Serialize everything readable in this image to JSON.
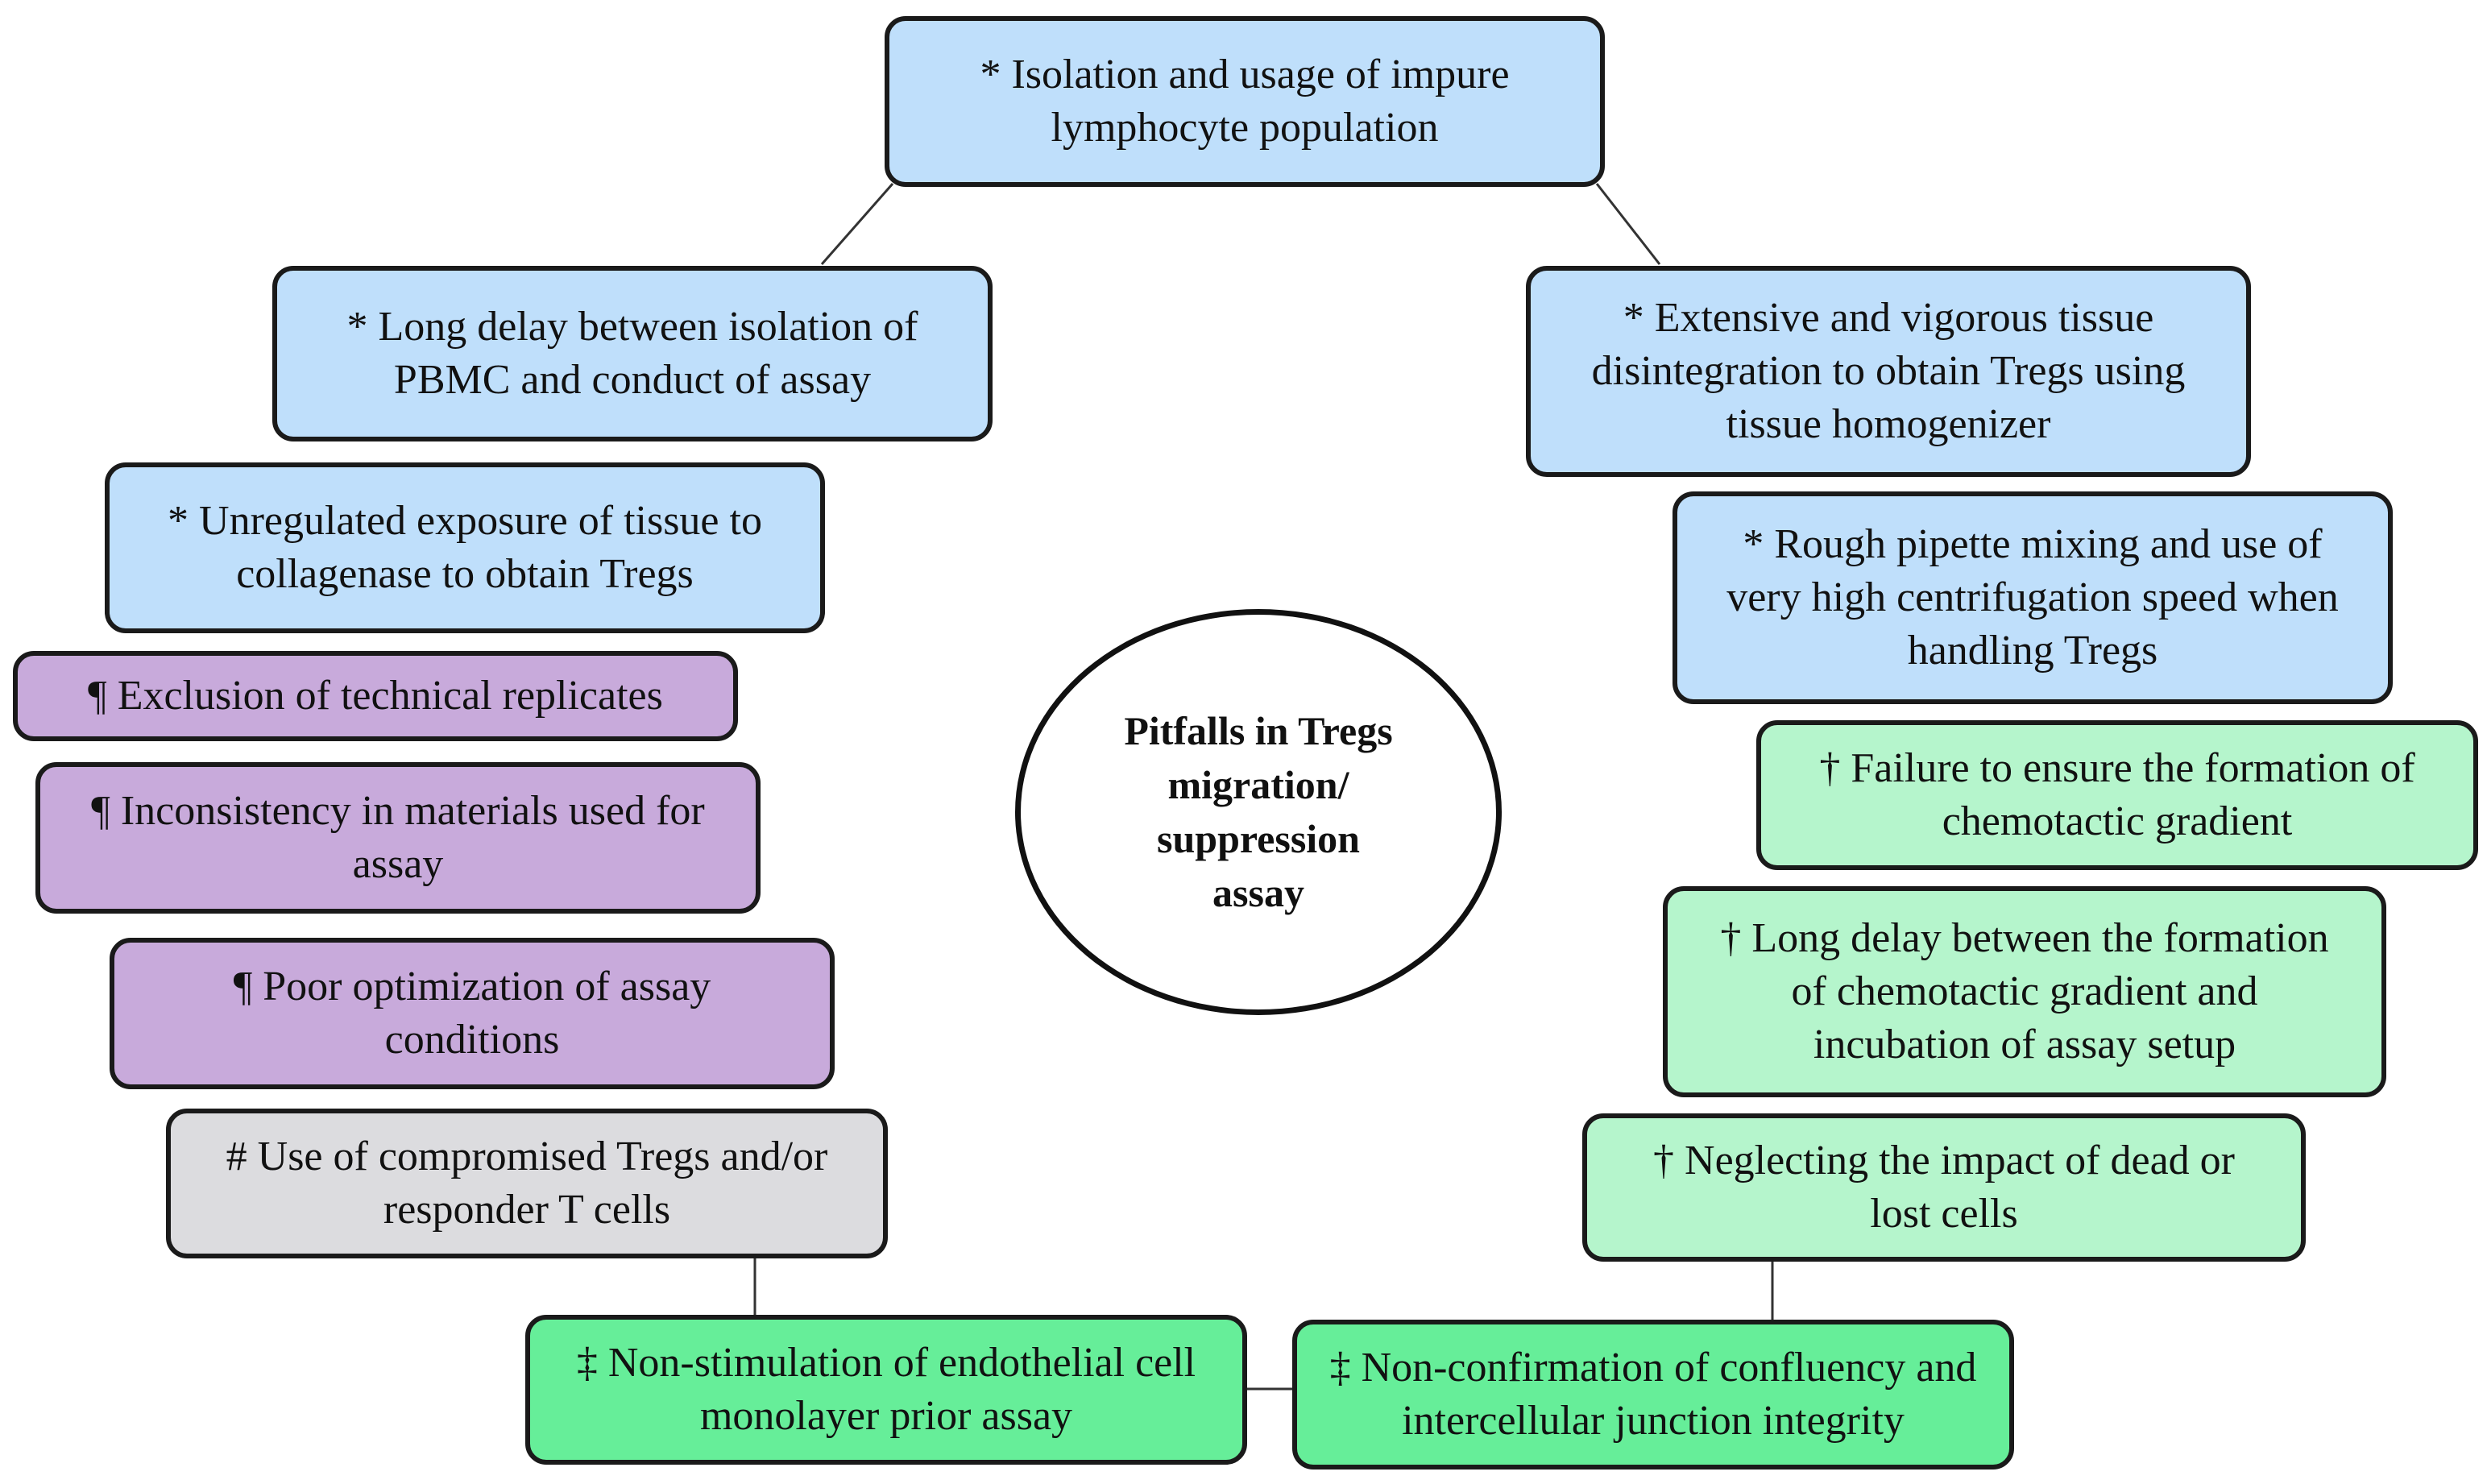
{
  "center": {
    "title": "Pitfalls in Tregs migration/ suppression assay"
  },
  "nodes": {
    "impure_population": "* Isolation and usage of impure lymphocyte population",
    "pbmc_delay": "* Long delay between isolation of PBMC and conduct of assay",
    "tissue_disintegration": "* Extensive and vigorous tissue disintegration to obtain Tregs using tissue homogenizer",
    "collagenase_exposure": "* Unregulated exposure of tissue to collagenase to obtain Tregs",
    "pipette_mixing": "* Rough pipette mixing and use of very high centrifugation speed when handling Tregs",
    "technical_replicates": "¶ Exclusion of technical replicates",
    "chemotactic_gradient": "† Failure to ensure the formation of chemotactic gradient",
    "materials_inconsistency": "¶ Inconsistency in materials used for assay",
    "gradient_delay": "† Long delay between the formation of chemotactic gradient and incubation of assay setup",
    "poor_optimization": "¶ Poor optimization of assay conditions",
    "compromised_cells": "# Use of compromised Tregs and/or responder T cells",
    "dead_lost_cells": "† Neglecting the impact of dead or lost cells",
    "non_stimulation": "‡ Non-stimulation of endothelial cell monolayer prior assay",
    "non_confirmation": "‡ Non-confirmation of confluency and intercellular junction integrity"
  },
  "colors": {
    "blue": "#bfdffb",
    "purple": "#c8aadb",
    "grey": "#dcdcdf",
    "light_green": "#b5f5cc",
    "green": "#66ee99",
    "border": "#1a1a1a",
    "connector": "#333333"
  }
}
